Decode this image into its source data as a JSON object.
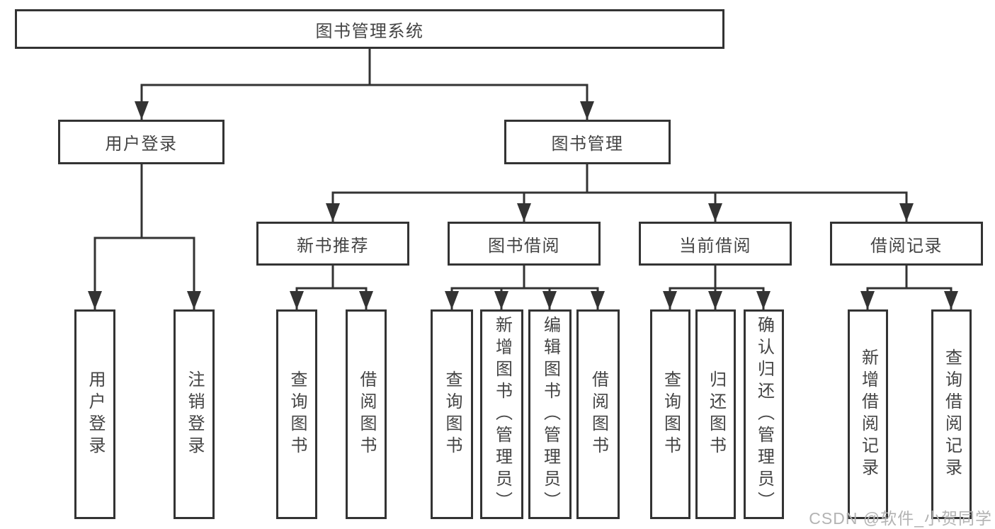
{
  "tree": {
    "root": {
      "label": "图书管理系统"
    },
    "level2": [
      {
        "label": "用户登录",
        "children": [
          "用户登录",
          "注销登录"
        ]
      },
      {
        "label": "图书管理"
      }
    ],
    "level3": [
      {
        "label": "新书推荐",
        "children": [
          "查询图书",
          "借阅图书"
        ]
      },
      {
        "label": "图书借阅",
        "children": [
          "查询图书",
          "新增图书（管理员）",
          "编辑图书（管理员）",
          "借阅图书"
        ]
      },
      {
        "label": "当前借阅",
        "children": [
          "查询图书",
          "归还图书",
          "确认归还（管理员）"
        ]
      },
      {
        "label": "借阅记录",
        "children": [
          "新增借阅记录",
          "查询借阅记录"
        ]
      }
    ]
  },
  "watermark": "CSDN @软件_小贺同学",
  "colors": {
    "line": "#333333",
    "node_text": "#444444",
    "watermark": "#b3b3b3",
    "background": "#ffffff"
  }
}
